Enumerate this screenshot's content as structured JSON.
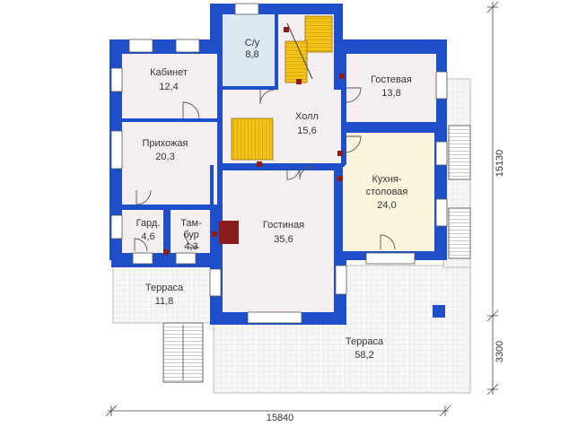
{
  "rooms": {
    "su": {
      "name": "С/у",
      "area": "8,8"
    },
    "kabinet": {
      "name": "Кабинет",
      "area": "12,4"
    },
    "gostevaya": {
      "name": "Гостевая",
      "area": "13,8"
    },
    "holl": {
      "name": "Холл",
      "area": "15,6"
    },
    "prihozh": {
      "name": "Прихожая",
      "area": "20,3"
    },
    "kuhnya": {
      "name_line1": "Кухня-",
      "name_line2": "столовая",
      "area": "24,0"
    },
    "gard": {
      "name": "Гард.",
      "area": "4,6"
    },
    "tambur": {
      "name_line1": "Там-",
      "name_line2": "бур",
      "area": "4,3"
    },
    "gostinaya": {
      "name": "Гостиная",
      "area": "35,6"
    },
    "terrasa1": {
      "name": "Терраса",
      "area": "11,8"
    },
    "terrasa2": {
      "name": "Терраса",
      "area": "58,2"
    }
  },
  "dimensions": {
    "width": "15840",
    "depth_main": "15130",
    "depth_terrace": "3300"
  },
  "colors": {
    "wall": "#1f4fc8",
    "room": "#f4eef0",
    "kitchen": "#faf4dc",
    "su": "#dde8f4",
    "stairs": "#f2c21a",
    "terrace": "#f2f2f2",
    "window": "#ffffff",
    "door_mark": "#8a1c1c",
    "fireplace": "#8a1c1c"
  }
}
